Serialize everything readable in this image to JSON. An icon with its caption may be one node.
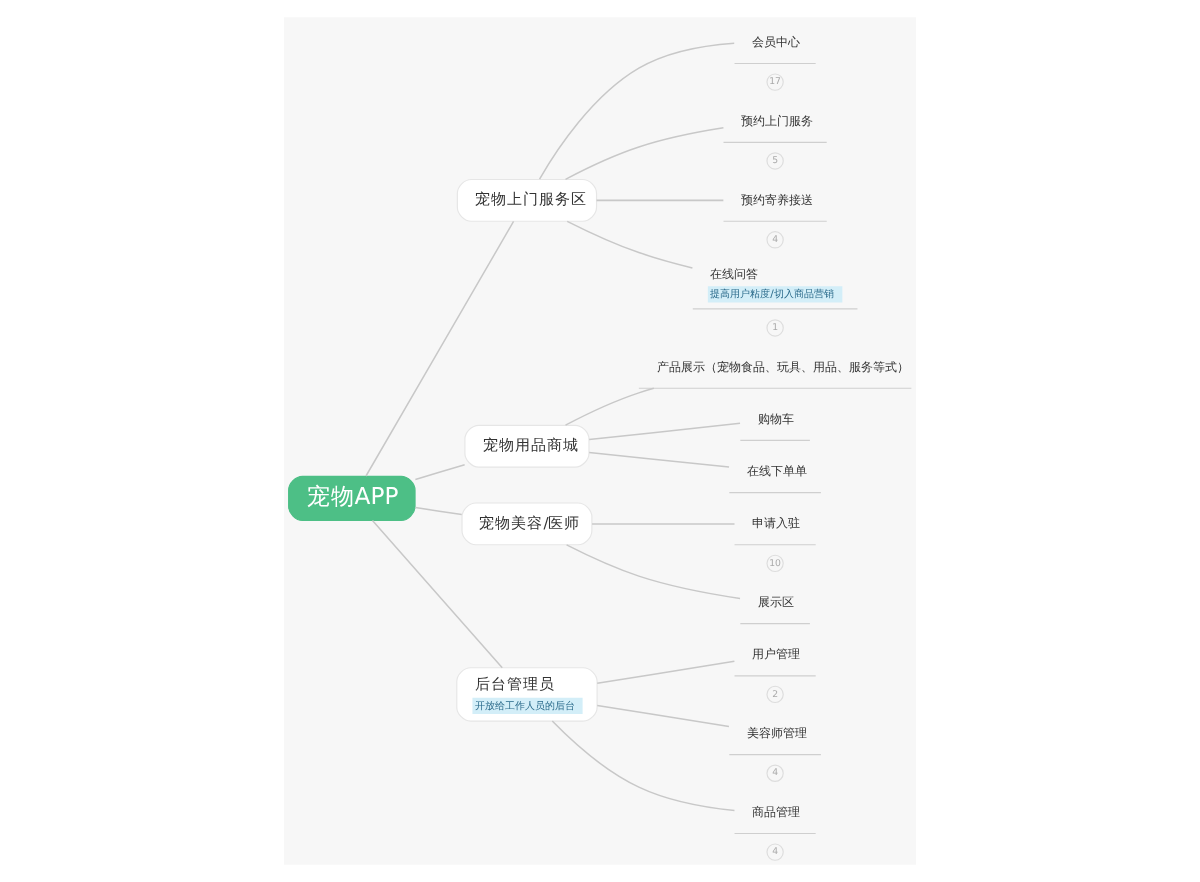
{
  "diagram": {
    "nodes": [
      {
        "text": [
          "宠物APP"
        ]
      },
      {
        "text": [
          "宠物上门服务区"
        ]
      },
      {
        "text": [
          "会员中心"
        ],
        "beside": [
          "17"
        ]
      },
      {
        "text": [
          "预约上门服务"
        ],
        "beside": [
          "5"
        ]
      },
      {
        "text": [
          "预约寄养接送"
        ],
        "beside": [
          "4"
        ]
      },
      {
        "text": [
          "在线问答",
          "提高用户粘度/切入商品营销"
        ],
        "beside": [
          "1"
        ]
      },
      {
        "text": [
          "宠物用品商城"
        ]
      },
      {
        "text": [
          "产品展示（宠物食品、玩具、用品、服务等式）"
        ]
      },
      {
        "text": [
          "购物车"
        ]
      },
      {
        "text": [
          "在线下单单"
        ]
      },
      {
        "text": [
          "宠物美容/医师"
        ]
      },
      {
        "text": [
          "申请入驻"
        ],
        "beside": [
          "10"
        ]
      },
      {
        "text": [
          "展示区"
        ]
      },
      {
        "text": [
          "后台管理员",
          "开放给工作人员的后台"
        ]
      },
      {
        "text": [
          "用户管理"
        ],
        "beside": [
          "2"
        ]
      },
      {
        "text": [
          "美容师管理"
        ],
        "beside": [
          "4"
        ]
      },
      {
        "text": [
          "商品管理"
        ],
        "beside": [
          "4"
        ]
      }
    ],
    "edges": [
      {
        "from": 0,
        "to": 1,
        "arrow": "none"
      },
      {
        "from": 1,
        "to": 2,
        "arrow": "none"
      },
      {
        "from": 1,
        "to": 3,
        "arrow": "none"
      },
      {
        "from": 1,
        "to": 4,
        "arrow": "none"
      },
      {
        "from": 1,
        "to": 5,
        "arrow": "none"
      },
      {
        "from": 0,
        "to": 6,
        "arrow": "none"
      },
      {
        "from": 6,
        "to": 7,
        "arrow": "none"
      },
      {
        "from": 6,
        "to": 8,
        "arrow": "none"
      },
      {
        "from": 6,
        "to": 9,
        "arrow": "none"
      },
      {
        "from": 0,
        "to": 10,
        "arrow": "none"
      },
      {
        "from": 10,
        "to": 11,
        "arrow": "none"
      },
      {
        "from": 10,
        "to": 12,
        "arrow": "none"
      },
      {
        "from": 0,
        "to": 13,
        "arrow": "none"
      },
      {
        "from": 13,
        "to": 14,
        "arrow": "none"
      },
      {
        "from": 13,
        "to": 15,
        "arrow": "none"
      },
      {
        "from": 13,
        "to": 16,
        "arrow": "none"
      }
    ]
  }
}
